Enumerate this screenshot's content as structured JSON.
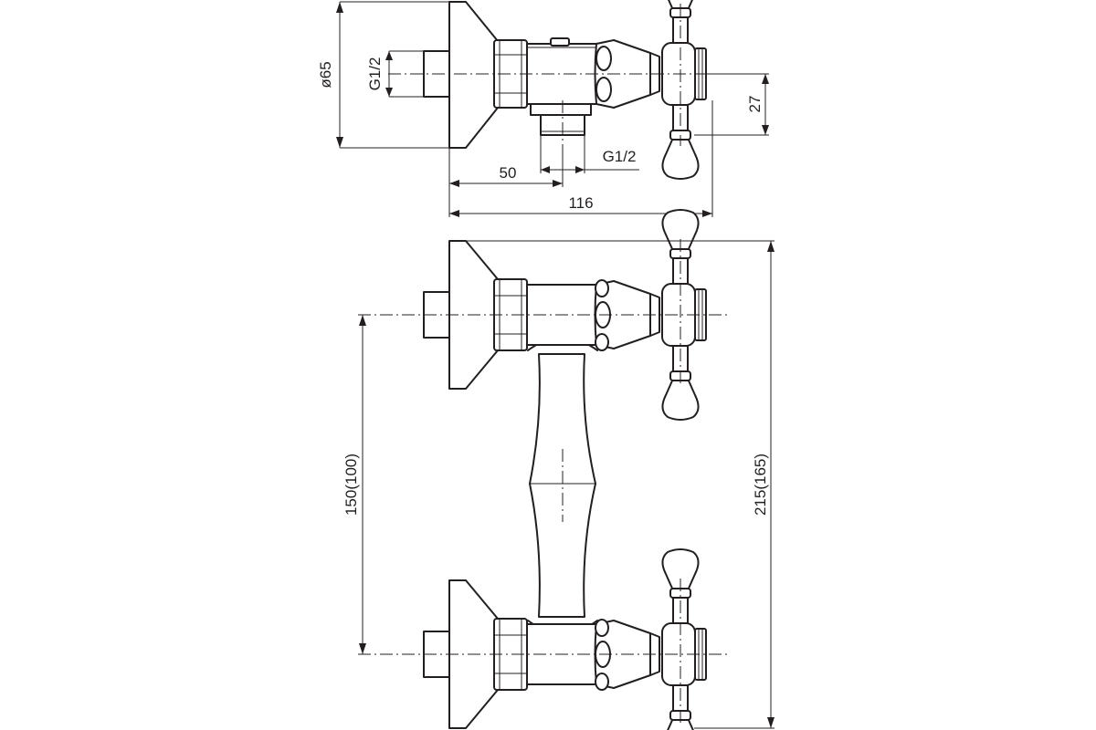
{
  "colors": {
    "line": "#231f20",
    "background": "#ffffff"
  },
  "top_view": {
    "dim_diameter": "ø65",
    "dim_inlet_thread": "G1/2",
    "dim_outlet_thread": "G1/2",
    "dim_height": "27",
    "dim_outlet_offset": "50",
    "dim_total_depth": "116"
  },
  "front_view": {
    "dim_centers": "150(100)",
    "dim_total_height": "215(165)"
  }
}
